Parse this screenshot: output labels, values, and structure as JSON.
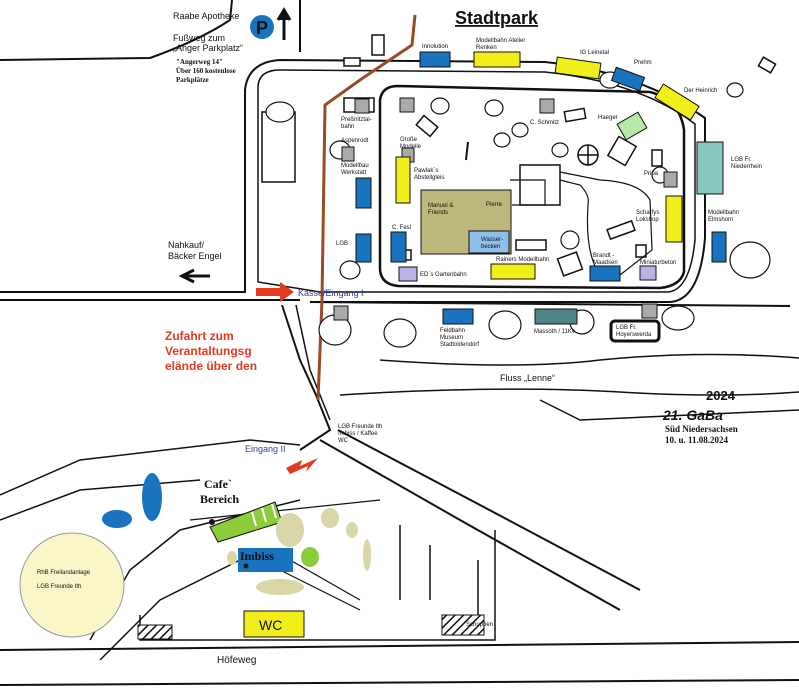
{
  "title": "Stadtpark",
  "header": {
    "apotheke": "Raabe Apotheke",
    "fussweg_line1": "Fußweg zum",
    "fussweg_line2": "„Anger Parkplatz“",
    "anger_line1": "\"Angerweg 14\"",
    "anger_line2": "Über 160 kostenlose",
    "anger_line3": "Parkplätze",
    "parking_symbol": "P"
  },
  "event": {
    "year": "2024",
    "name": "21. GaBa",
    "region": "Süd Niedersachsen",
    "dates": "10. u. 11.08.2024"
  },
  "left": {
    "nahkauf_line1": "Nahkauf/",
    "nahkauf_line2": "Bäcker Engel",
    "zufahrt_line1": "Zufahrt zum",
    "zufahrt_line2": "Verantaltungsg",
    "zufahrt_line3": "elände über den"
  },
  "entrances": {
    "kasse": "Kasse/Eingang I",
    "eingang2": "Eingang II"
  },
  "river": "Fluss „Lenne“",
  "street": "Höfeweg",
  "stands": {
    "innolution": "Innolution",
    "modellbahn_atelier_1": "Modellbahn Atelier",
    "modellbahn_atelier_2": "Renken",
    "ig_leinetal": "IG Leinetal",
    "prehm": "Prehm",
    "der_heinrich": "Der Heinrich",
    "pressnitztal_1": "Preßnitztal-",
    "pressnitztal_2": "bahn",
    "aspenrodt": "Aspenrodt",
    "grosse_modelle_1": "Große",
    "grosse_modelle_2": "Modelle",
    "c_schmitz": "C. Schmitz",
    "haeger": "Haeger",
    "modellbau_1": "Modellbau",
    "modellbau_2": "Werkstatt",
    "pawlak_1": "Pawlak´s",
    "pawlak_2": "Abstellgleis",
    "manuel_1": "Manuel &",
    "manuel_2": "Friends",
    "pierre": "Pierre",
    "pripa": "Pripa",
    "lgb_niederrhein_1": "LGB Fr.",
    "lgb_niederrhein_2": "Niederrhein",
    "scharfys_1": "Scharfys",
    "scharfys_2": "Lokshop",
    "modellbahn_elmshorn_1": "Modellbahn",
    "modellbahn_elmshorn_2": "Elmshorn",
    "c_fesl": "C. Fesl",
    "lgb": "LGB",
    "wasserbecken_1": "Wasser-",
    "wasserbecken_2": "becken",
    "eds_gartenbahn": "ED´s Gartenbahn",
    "rainers": "Rainers Modellbahn",
    "brandt_1": "Brandt -",
    "brandt_2": "Maadsen",
    "miniaturbeton": "Miniaturbeton",
    "feldbahn_1": "Feldbahn",
    "feldbahn_2": "Museum",
    "feldbahn_3": "Stadtoldendorf",
    "massoth": "Massoth / 11Kv",
    "lgb_hoyerswerda_1": "LGB Fr.",
    "lgb_hoyerswerda_2": "Hoyerswerda",
    "lgb_ith_1": "LGB Freunde Ith",
    "lgb_ith_2": "Imbiss / Kaffee",
    "lgb_ith_3": "WC",
    "cafe_1": "Cafe`",
    "cafe_2": "Bereich",
    "imbiss": "Imbiss",
    "wc": "WC",
    "freiland_1": "RhB Freilandanlage",
    "freiland_2": "LGB Freunde Ith",
    "small_hut": "Schuppen"
  },
  "colors": {
    "blue": "#1a73bf",
    "yellow": "#f2ee1a",
    "khaki": "#bcb77a",
    "lightblue": "#8fc0ea",
    "lavender": "#b7b3e6",
    "teal": "#88c6c2",
    "slate": "#4f8588",
    "green": "#8ccc3a",
    "lightgreen": "#b6e8a6",
    "red": "#e23a1e",
    "rail": "#9a4a26",
    "circle": "#fbf6c8",
    "tree": "#d9d7a8"
  }
}
